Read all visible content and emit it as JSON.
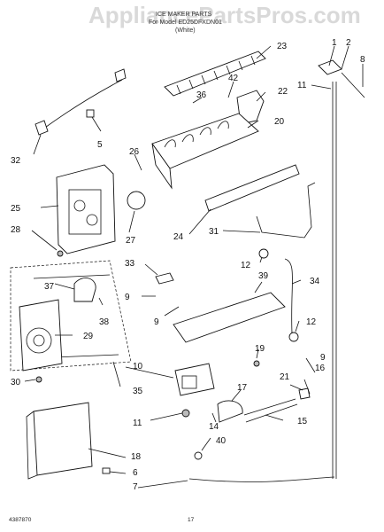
{
  "watermark": "AppliancePartsPros.com",
  "header": {
    "title": "ICE MAKER PARTS",
    "model": "For Model ED25DFXDN01",
    "color": "(White)"
  },
  "callouts": {
    "c1": "1",
    "c2": "2",
    "c3": "8",
    "c4": "11",
    "c5": "23",
    "c6": "42",
    "c7": "36",
    "c8": "22",
    "c9": "20",
    "c10": "5",
    "c11": "32",
    "c12": "26",
    "c13": "25",
    "c14": "27",
    "c15": "28",
    "c16": "24",
    "c17": "31",
    "c18": "12",
    "c19": "33",
    "c20": "37",
    "c21": "9",
    "c22": "9",
    "c23": "39",
    "c24": "34",
    "c25": "38",
    "c26": "29",
    "c27": "12",
    "c28": "19",
    "c29": "10",
    "c30": "30",
    "c31": "35",
    "c32": "16",
    "c33": "21",
    "c34": "9",
    "c35": "17",
    "c36": "11",
    "c37": "14",
    "c38": "15",
    "c39": "40",
    "c40": "18",
    "c41": "6",
    "c42": "7"
  },
  "footer": {
    "code": "4387870",
    "page": "17"
  }
}
